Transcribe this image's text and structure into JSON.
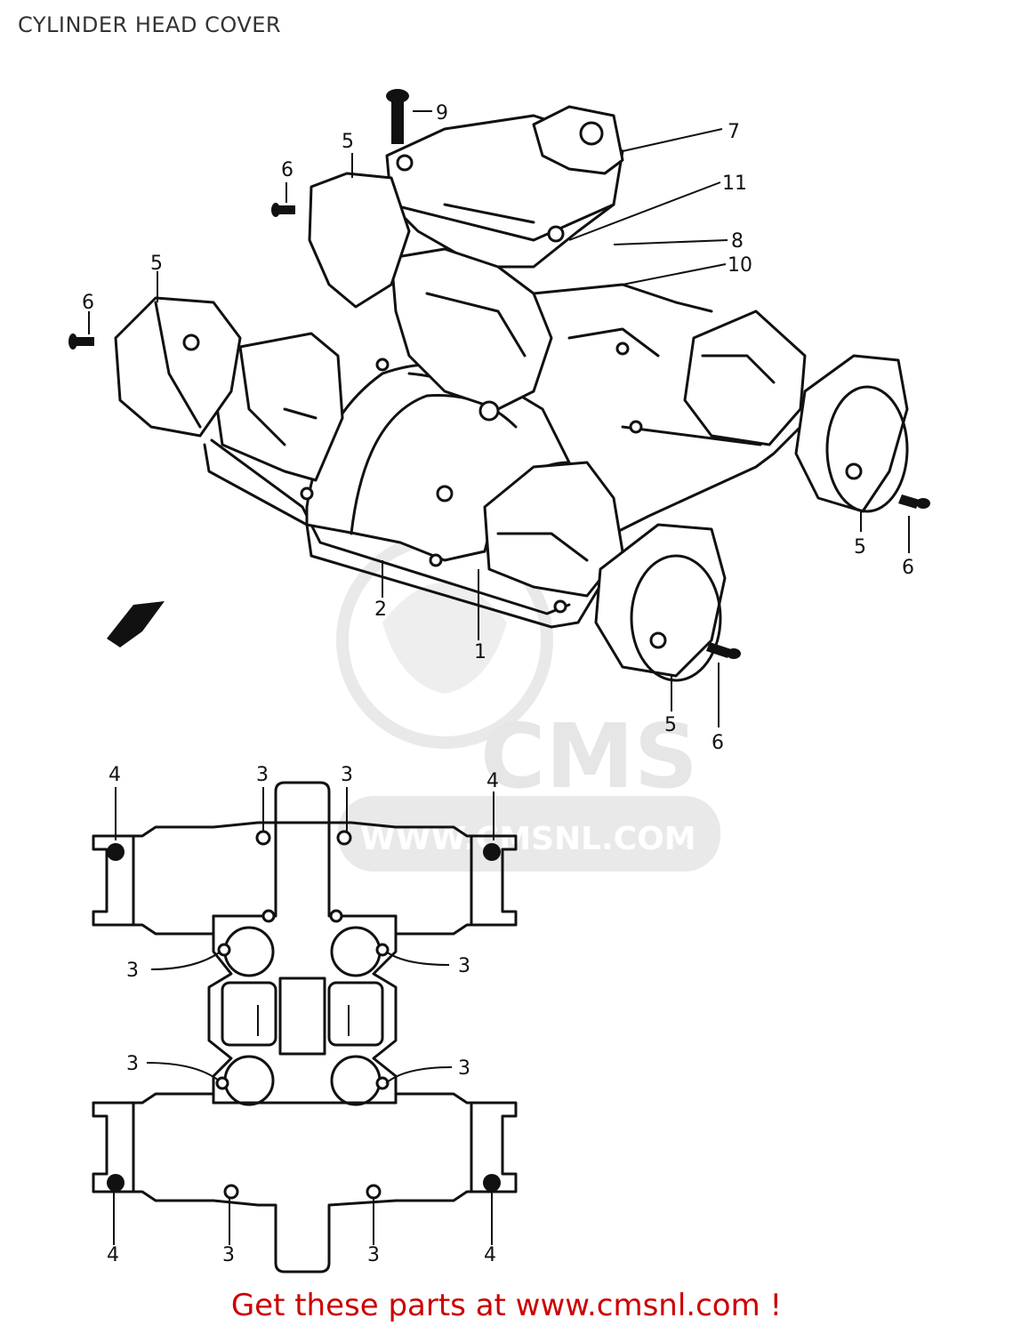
{
  "title": "CYLINDER HEAD COVER",
  "footer": {
    "text": "Get these parts at www.cmsnl.com !"
  },
  "watermark": {
    "logo_text": "CMS",
    "url_text": "WWW.CMSNL.COM"
  },
  "callouts": {
    "upper": [
      "9",
      "7",
      "5",
      "6",
      "11",
      "8",
      "10",
      "5",
      "6",
      "5",
      "6",
      "2",
      "1",
      "5",
      "6"
    ],
    "lower": [
      "4",
      "3",
      "3",
      "4",
      "3",
      "3",
      "3",
      "3",
      "4",
      "3",
      "3",
      "4"
    ]
  }
}
